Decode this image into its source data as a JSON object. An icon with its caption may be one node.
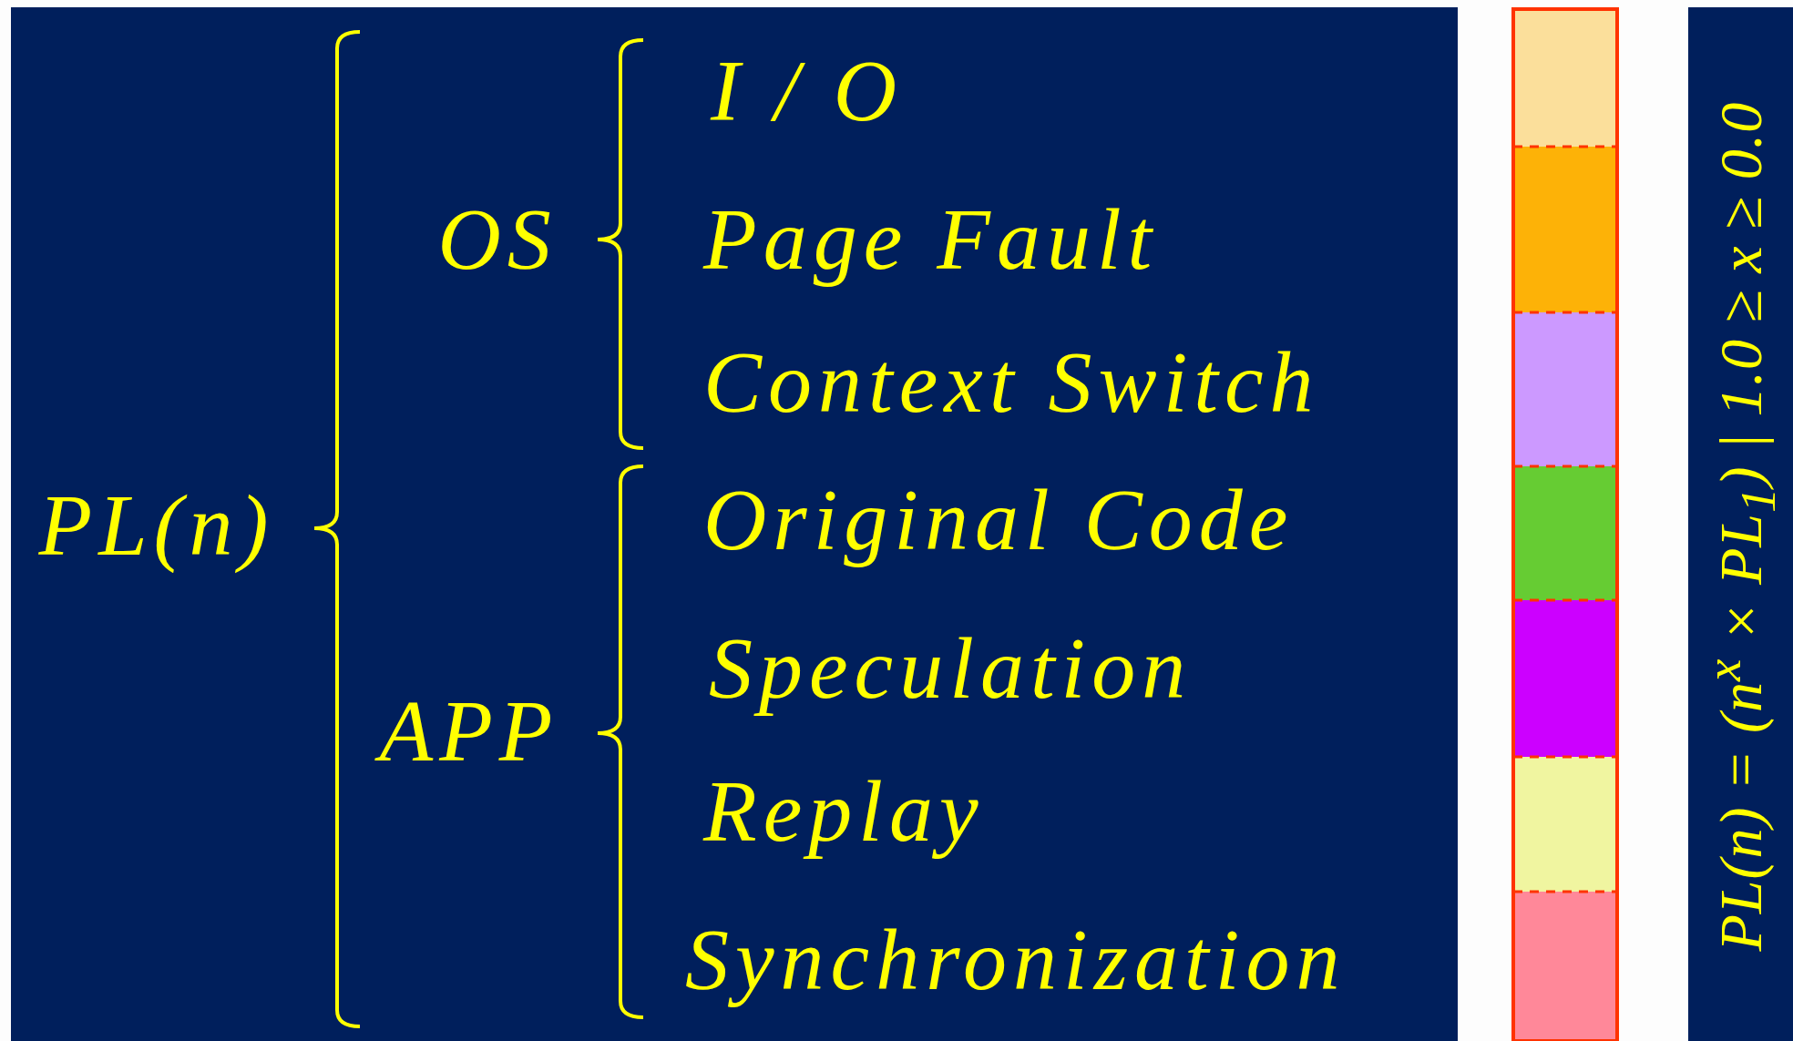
{
  "diagram": {
    "labels": [
      "I / O",
      "OS",
      "Page Fault",
      "Context Switch",
      "PL(*n*)",
      "Original Code",
      "APP",
      "Speculation",
      "Replay",
      "Synchronization",
      "PL(n) = (n$^{x}$ × PL$_{1}$) | 1.0 ≥ x ≥ 0.0"
    ]
  }
}
